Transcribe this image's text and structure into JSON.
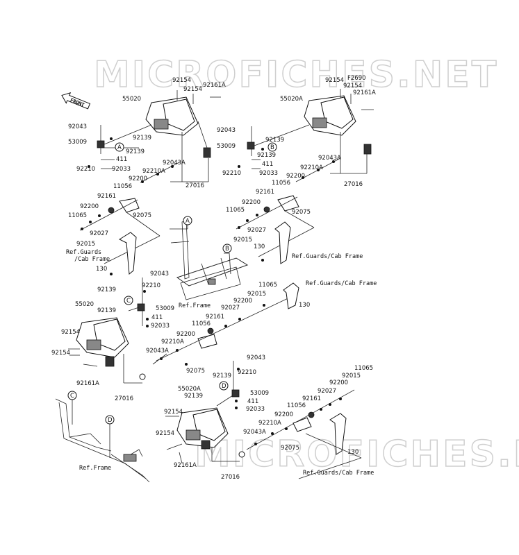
{
  "watermark": "MICROFICHES.NET",
  "front_label": "FRONT",
  "callouts": [
    "A",
    "B",
    "C",
    "D"
  ],
  "ref_labels": {
    "guards_left": "Ref.Guards\n/Cab Frame",
    "guards_right_top": "Ref.Guards/Cab Frame",
    "guards_mid": "Ref.Guards/Cab Frame",
    "guards_bottom": "Ref.Guards/Cab Frame",
    "frame_mid": "Ref.Frame",
    "frame_bottom": "Ref.Frame"
  },
  "parts": {
    "p92154": "92154",
    "p92161A": "92161A",
    "p55020": "55020",
    "p55020A": "55020A",
    "p92043": "92043",
    "p92139": "92139",
    "p53009": "53009",
    "p411": "411",
    "p92210": "92210",
    "p92033": "92033",
    "p92043A": "92043A",
    "p92210A": "92210A",
    "p92200": "92200",
    "p11056": "11056",
    "p92161": "92161",
    "p92075": "92075",
    "p11065": "11065",
    "p92027": "92027",
    "p92015": "92015",
    "p130": "130",
    "p27016": "27016",
    "pF2690": "F2690"
  }
}
